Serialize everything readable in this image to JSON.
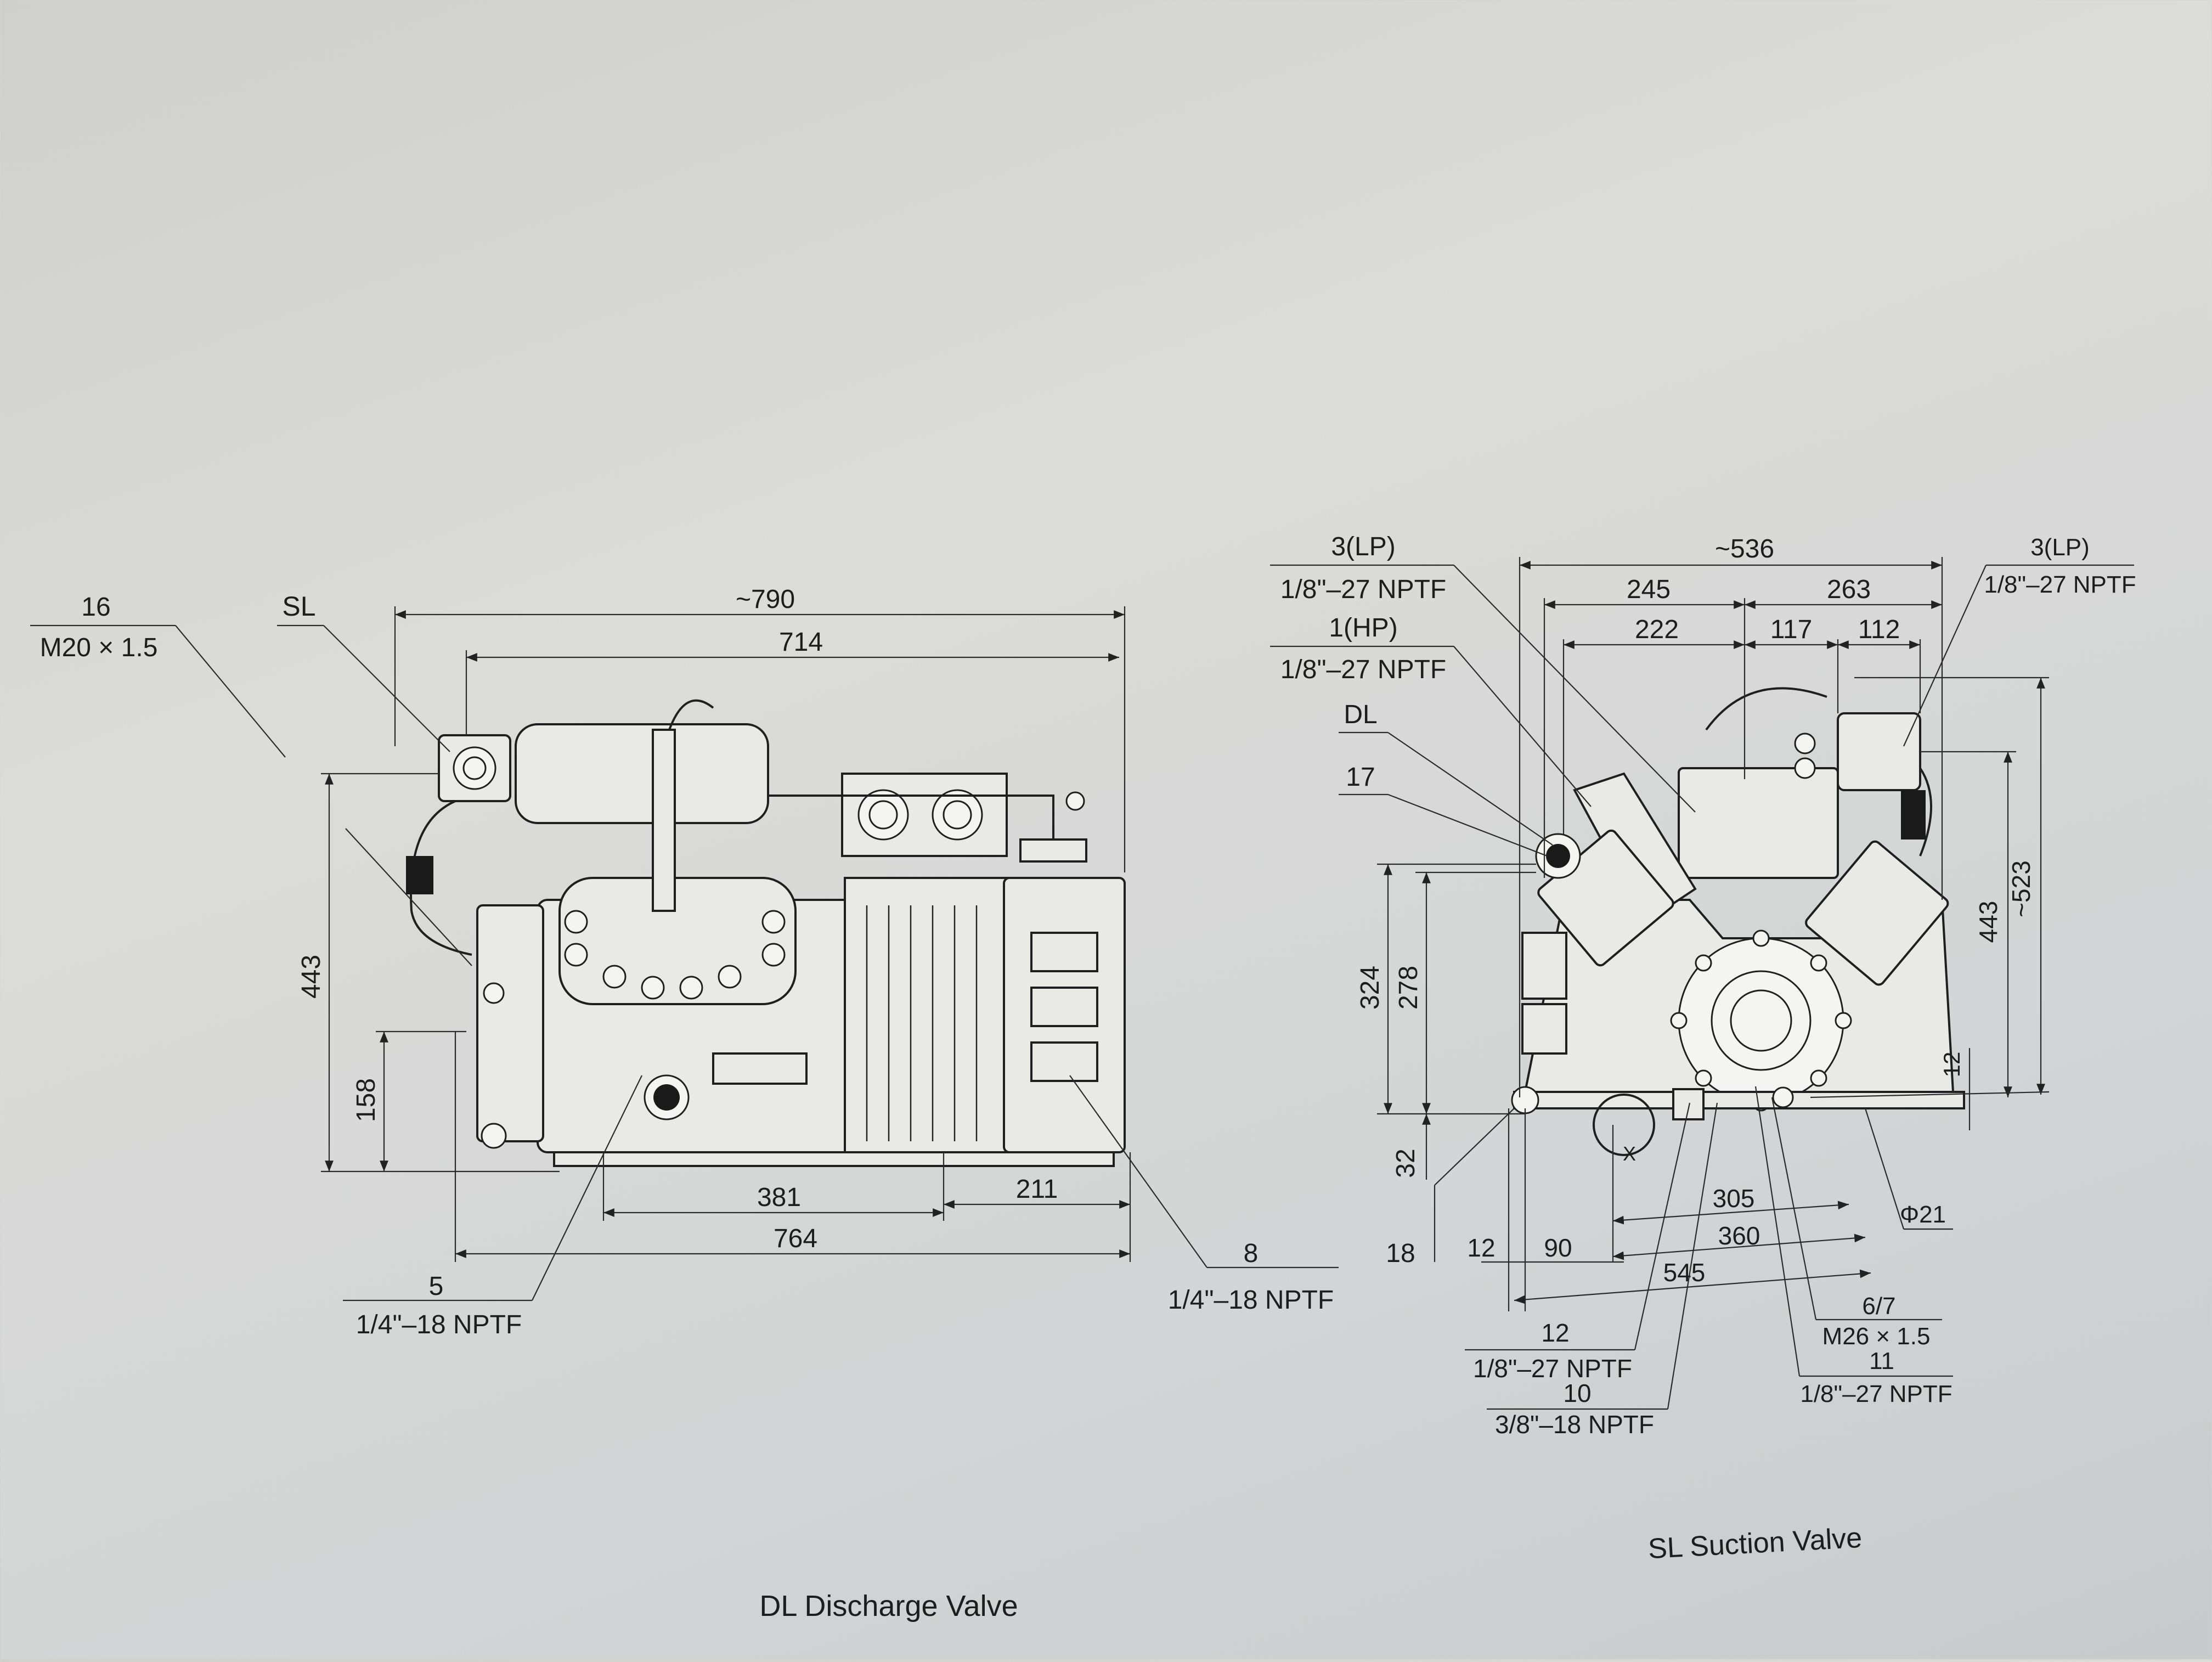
{
  "captions": {
    "discharge_valve": "DL Discharge Valve",
    "suction_valve": "SL Suction Valve"
  },
  "side_view": {
    "callouts": [
      {
        "id": "c16",
        "num": "16",
        "thread": "M20 × 1.5"
      },
      {
        "id": "cSL",
        "num": "SL",
        "thread": ""
      },
      {
        "id": "c5",
        "num": "5",
        "thread": "1/4\"–18 NPTF"
      },
      {
        "id": "c8",
        "num": "8",
        "thread": "1/4\"–18 NPTF"
      }
    ],
    "dimensions": {
      "overall_length": "~790",
      "body_length": "714",
      "height": "443",
      "foot_height": "158",
      "foot_span_left": "381",
      "foot_span_right": "211",
      "base_length": "764"
    }
  },
  "front_view": {
    "callouts": [
      {
        "id": "c3lp_left",
        "num": "3(LP)",
        "thread": "1/8\"–27 NPTF"
      },
      {
        "id": "c1hp",
        "num": "1(HP)",
        "thread": "1/8\"–27 NPTF"
      },
      {
        "id": "cDL",
        "num": "DL",
        "thread": ""
      },
      {
        "id": "c17",
        "num": "17",
        "thread": ""
      },
      {
        "id": "c3lp_right",
        "num": "3(LP)",
        "thread": "1/8\"–27 NPTF"
      },
      {
        "id": "c18",
        "num": "18",
        "thread": ""
      },
      {
        "id": "c12",
        "num": "12",
        "thread": "1/8\"–27 NPTF"
      },
      {
        "id": "c10",
        "num": "10",
        "thread": "3/8\"–18 NPTF"
      },
      {
        "id": "c67",
        "num": "6/7",
        "thread": "M26 × 1.5"
      },
      {
        "id": "c11",
        "num": "11",
        "thread": "1/8\"–27 NPTF"
      }
    ],
    "dimensions": {
      "overall_width": "~536",
      "upper_left": "245",
      "upper_right": "263",
      "mid_left": "222",
      "mid_center": "117",
      "mid_right": "112",
      "height_324": "324",
      "height_278": "278",
      "base_32": "32",
      "height_443": "443",
      "height_523": "~523",
      "side_12": "12",
      "foot_12": "12",
      "foot_90": "90",
      "span_305": "305",
      "span_360": "360",
      "span_545": "545",
      "hole_dia": "Φ21",
      "x_mark": "X"
    }
  }
}
